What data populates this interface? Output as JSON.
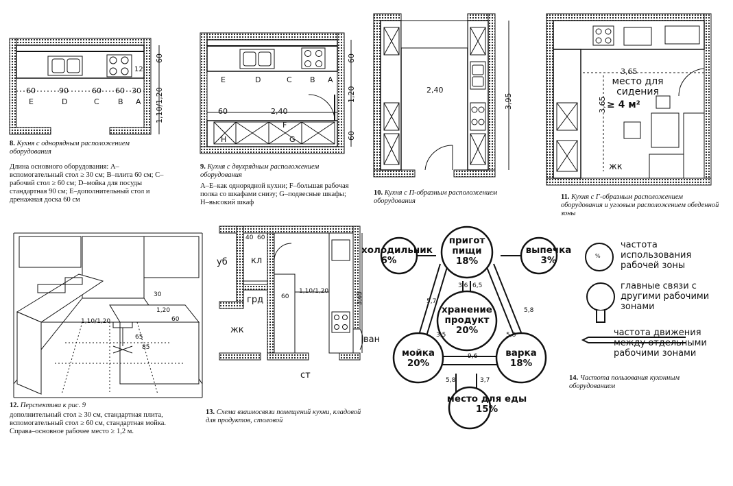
{
  "fig8": {
    "dims_top": [
      "60",
      "90",
      "60",
      "60",
      "30"
    ],
    "letters": [
      "E",
      "D",
      "C",
      "B",
      "A"
    ],
    "side_dim": "60",
    "side_dim2": "1,10/1,20",
    "small_dim": "12",
    "caption_num": "8.",
    "caption": "Кухня с однорядным расположением оборудования",
    "desc": "Длина основного оборудования: A–вспомогательный стол ≥ 30 см; B–плита 60 см; C–рабочий стол ≥ 60 см; D–мойка для посуды стандартная 90 см; E–дополнительный стол и дренажная доска 60 см"
  },
  "fig9": {
    "letters": [
      "E",
      "D",
      "C",
      "B",
      "A"
    ],
    "dim_60": "60",
    "dim_240": "2,40",
    "dim_side1": "60",
    "dim_side2": "1,20",
    "dim_side3": "60",
    "F": "F",
    "H": "H",
    "G": "G",
    "caption_num": "9.",
    "caption": "Кухня с двухрядным расположением оборудования",
    "desc": "A–E–как однорядной кухни; F–большая рабочая полка со шкафами снизу; G–подвесные шкафы; H–высокий шкаф"
  },
  "fig10": {
    "dim_240": "2,40",
    "dim_395": "3,95",
    "caption_num": "10.",
    "caption": "Кухня с П-образным расположением оборудования"
  },
  "fig11": {
    "dim_365": "3,65",
    "dim_365v": "3,65",
    "seat_label": "место для сидения",
    "seat_area": "≥ 4 м²",
    "zhk": "жк",
    "caption_num": "11.",
    "caption": "Кухня с Г-образным расположением оборудования и угловым расположением обеденной зоны"
  },
  "fig12": {
    "dim_30": "30",
    "dim_120": "1,20",
    "dim_60": "60",
    "dim_110": "1,10/1,20",
    "dim_65": "65",
    "dim_85": "85",
    "caption_num": "12.",
    "caption": "Перспектива к рис. 9",
    "desc": "дополнительный стол ≥ 30 см, стандартная плита, вспомогательный стол ≥ 60 см, стандартная мойка. Справа–основное рабочее место ≥ 1,2 м."
  },
  "fig13": {
    "ub": "уб",
    "kl": "кл",
    "grd": "грд",
    "zhk": "жк",
    "van": "ван",
    "st": "ст",
    "d40": "40",
    "d60a": "60",
    "d60b": "60",
    "d110": "1,10/1,20",
    "d365": "3,65",
    "caption_num": "13.",
    "caption": "Схема взаимосвязи помещений кухни, кладовой для продуктов, столовой"
  },
  "fig14": {
    "nodes": {
      "cook": "пригот пищи 18%",
      "fridge": "холодильник 6%",
      "bake": "выпечка 3%",
      "store": "хранение продукт 20%",
      "sink": "мойка 20%",
      "boil": "варка 18%",
      "eat": "место для еды 15%"
    },
    "link_vals": [
      "5,7",
      "5,8",
      "3,6",
      "6,5",
      "3,5",
      "5,8",
      "9,6",
      "5,8",
      "3,7"
    ],
    "legend": {
      "freq_zone": "частота использования рабочей зоны",
      "main_links": "главные связи с другими рабочими зонами",
      "move_freq": "частота движения между отдельными рабочими зонами",
      "pct": "%"
    },
    "caption_num": "14.",
    "caption": "Частота пользования кухонным оборудованием"
  }
}
